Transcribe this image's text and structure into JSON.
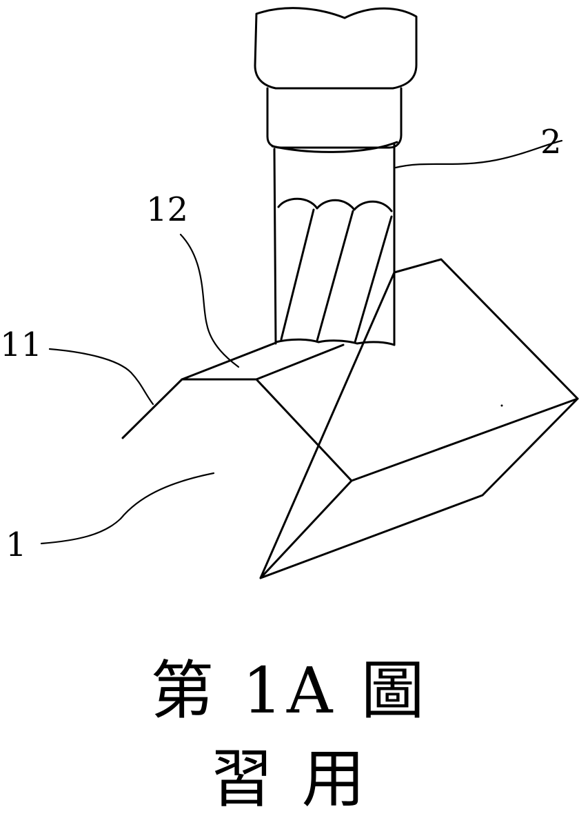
{
  "figure": {
    "labels": {
      "tool": "2",
      "face": "12",
      "edge": "11",
      "workpiece": "1"
    },
    "caption": {
      "title": "第 1A 圖",
      "subtitle": "習 用"
    }
  }
}
